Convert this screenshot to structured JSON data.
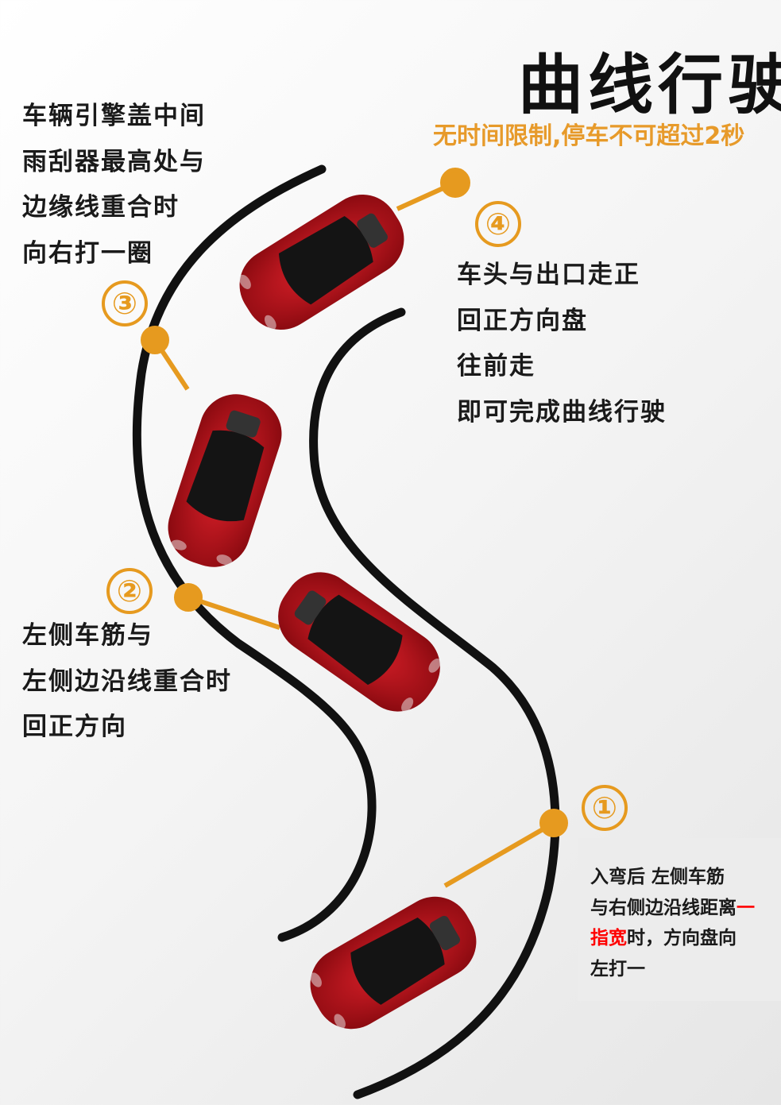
{
  "title": "曲线行驶",
  "subtitle": "无时间限制,停车不可超过2秒",
  "steps": [
    {
      "num": "①",
      "lines": [
        "入弯后 左侧车筋",
        "与右侧边沿线距离",
        "指宽时，方向盘向",
        "左打一"
      ],
      "highlight": [
        "一",
        "指宽"
      ]
    },
    {
      "num": "②",
      "lines": [
        "左侧车筋与",
        "左侧边沿线重合时",
        "回正方向"
      ]
    },
    {
      "num": "③",
      "lines": [
        "车辆引擎盖中间",
        "雨刮器最高处与",
        "边缘线重合时",
        "向右打一圈"
      ]
    },
    {
      "num": "④",
      "lines": [
        "车头与出口走正",
        "回正方向盘",
        "往前走",
        "即可完成曲线行驶"
      ]
    }
  ],
  "colors": {
    "accent": "#e69a1f",
    "car": "#c8101a",
    "line": "#111111",
    "highlight": "#ff0000"
  }
}
